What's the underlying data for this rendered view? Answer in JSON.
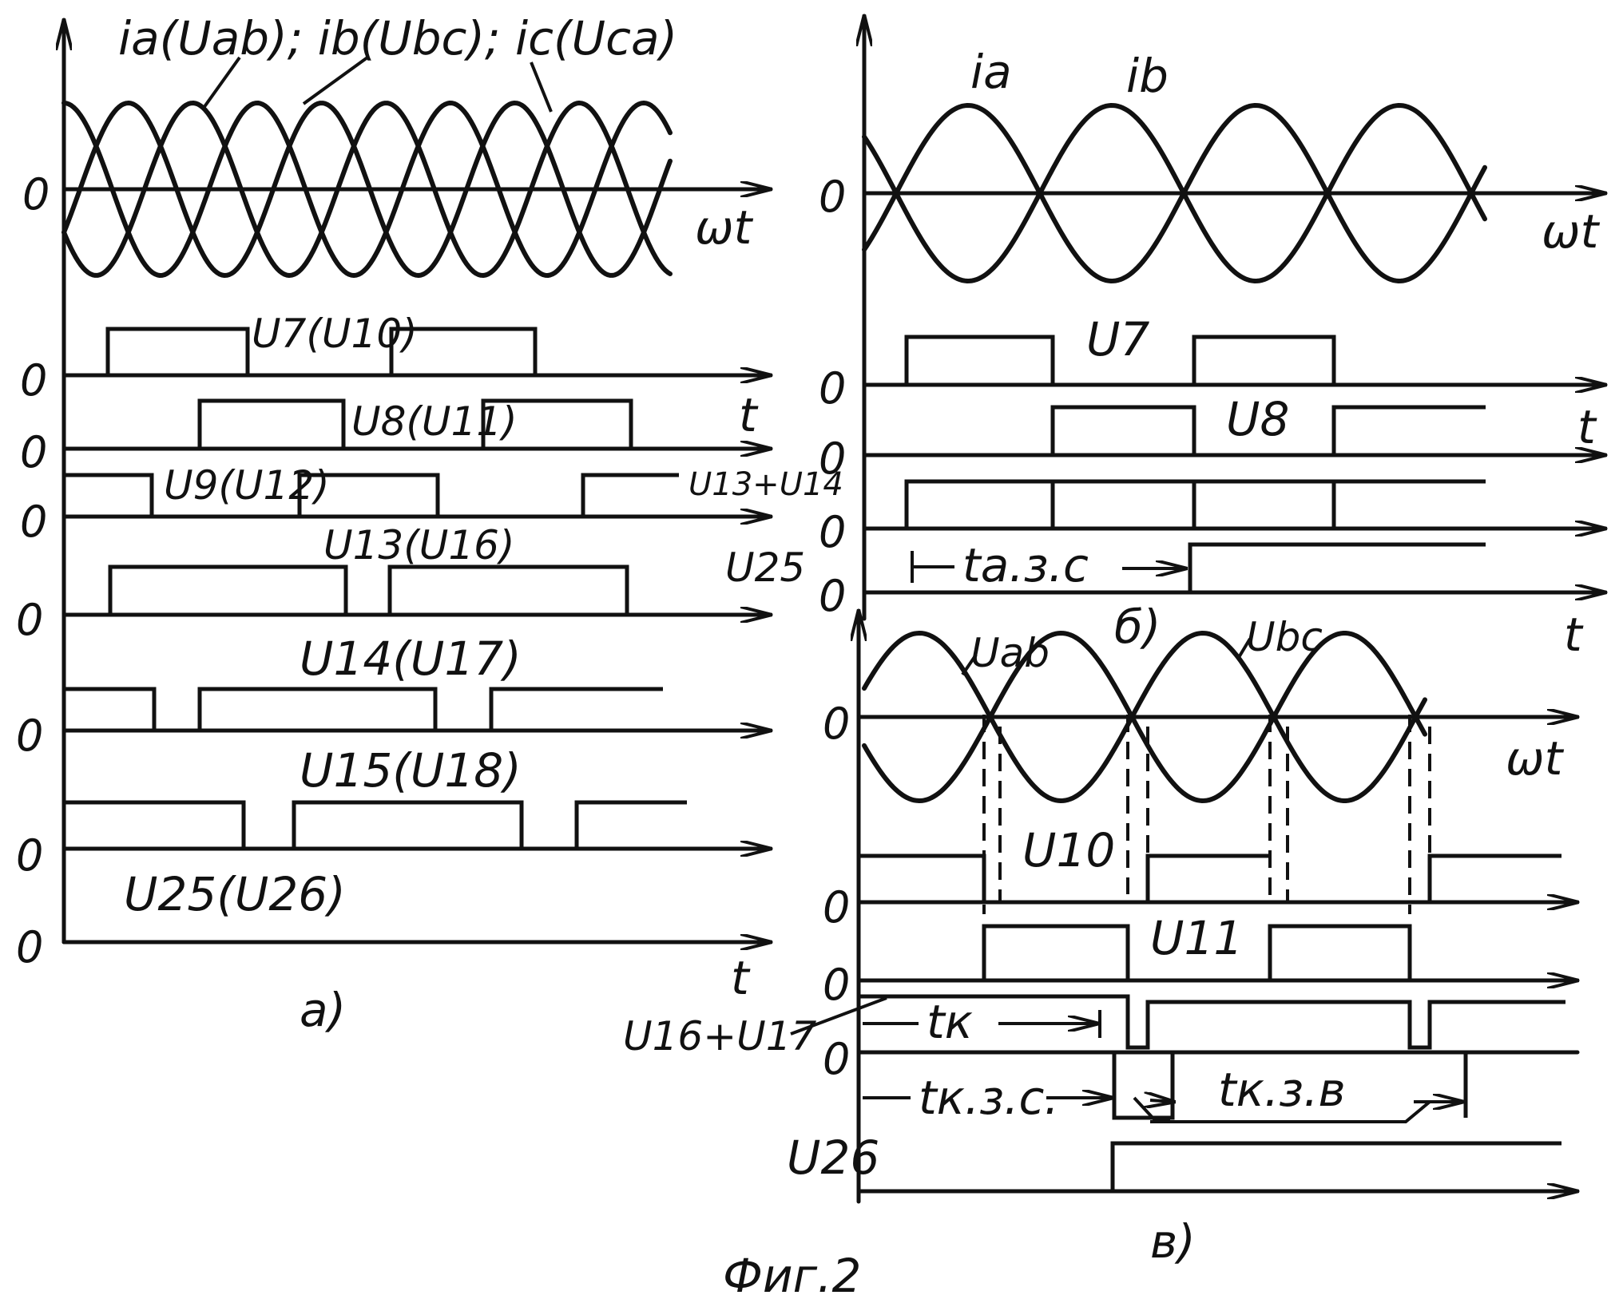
{
  "figure_title": "Фиг.2",
  "panels": [
    {
      "id": "a",
      "caption": "а)"
    },
    {
      "id": "b",
      "caption": "б)"
    },
    {
      "id": "v",
      "caption": "в)"
    }
  ],
  "axis_labels": {
    "omega_t": "ωt",
    "t": "t",
    "zero": "0"
  },
  "panel_a": {
    "current_label": "iа(Uаb); ib(Ubc); ic(Uca)",
    "u7": "U7(U10)",
    "u8": "U8(U11)",
    "u9": "U9(U12)",
    "u13_14": "U13+U14",
    "u25_side": "U25",
    "u13": "U13(U16)",
    "u14": "U14(U17)",
    "u15": "U15(U18)",
    "u25": "U25(U26)"
  },
  "panel_b": {
    "ia": "iа",
    "ib": "ib",
    "u7": "U7",
    "u8": "U8",
    "t_azs": "tа.з.с"
  },
  "panel_v": {
    "uab": "Uаb",
    "ubc": "Ubc",
    "u10": "U10",
    "u11": "U11",
    "u16_17": "U16+U17",
    "tk": "tк",
    "tkzs": "tк.з.с.",
    "tkzv": "tк.з.в",
    "u26": "U26"
  }
}
